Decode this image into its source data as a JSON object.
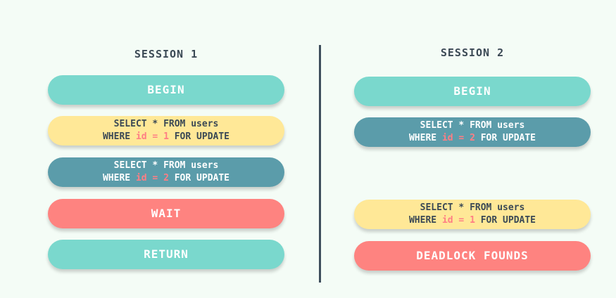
{
  "session1": {
    "title": "SESSION 1",
    "begin": "BEGIN",
    "select_a": {
      "line1": "SELECT * FROM users",
      "where": "WHERE",
      "cond": "id = 1",
      "suffix": "FOR UPDATE"
    },
    "select_b": {
      "line1": "SELECT * FROM users",
      "where": "WHERE",
      "cond": "id = 2",
      "suffix": "FOR UPDATE"
    },
    "wait": "WAIT",
    "return": "RETURN"
  },
  "session2": {
    "title": "SESSION 2",
    "begin": "BEGIN",
    "select_a": {
      "line1": "SELECT * FROM users",
      "where": "WHERE",
      "cond": "id = 2",
      "suffix": "FOR UPDATE"
    },
    "select_b": {
      "line1": "SELECT * FROM users",
      "where": "WHERE",
      "cond": "id = 1",
      "suffix": "FOR UPDATE"
    },
    "deadlock": "DEADLOCK FOUNDS"
  },
  "colors": {
    "background": "#f4fcf6",
    "teal": "#7ad8cd",
    "yellow": "#ffe897",
    "blue": "#5b9caa",
    "red": "#fe8380",
    "highlight": "#ff7e84",
    "divider": "#3e4e5c"
  }
}
